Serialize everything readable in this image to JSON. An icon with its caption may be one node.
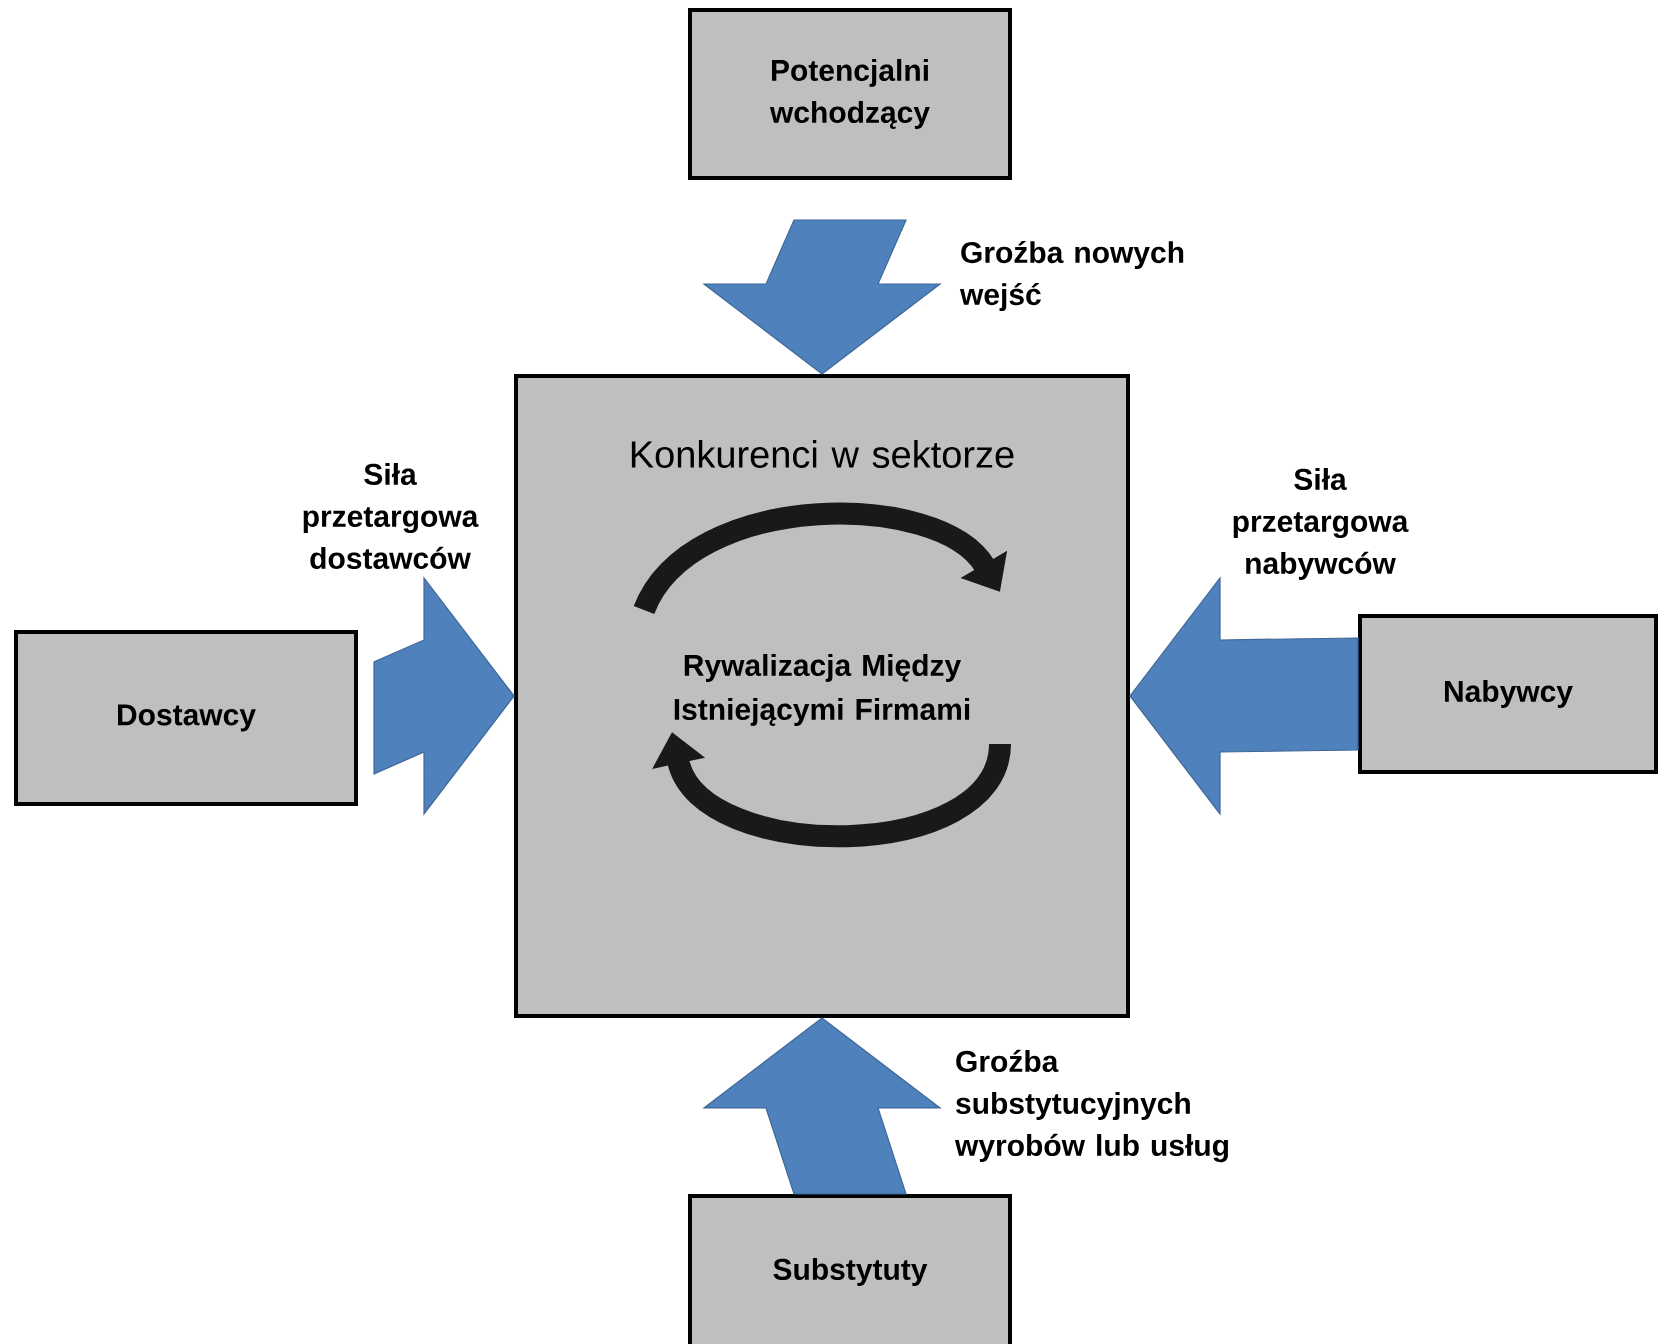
{
  "diagram": {
    "nodes": [
      {
        "text": [
          "Potencjalni wchodzący"
        ]
      },
      {
        "text": [
          "Konkurenci w sektorze",
          "Rywalizacja Między Istniejącymi Firmami"
        ]
      },
      {
        "text": [
          "Dostawcy"
        ]
      },
      {
        "text": [
          "Nabywcy"
        ]
      },
      {
        "text": [
          "Substytuty"
        ]
      }
    ],
    "edges": [
      {
        "from": 0,
        "to": 1,
        "arrow": "to",
        "label": "Groźba nowych wejść"
      },
      {
        "from": 2,
        "to": 1,
        "arrow": "to",
        "label": "Siła przetargowa dostawców"
      },
      {
        "from": 3,
        "to": 1,
        "arrow": "to",
        "label": "Siła przetargowa nabywców"
      },
      {
        "from": 4,
        "to": 1,
        "arrow": "to",
        "label": "Groźba substytucyjnych wyrobów lub usług"
      }
    ]
  }
}
